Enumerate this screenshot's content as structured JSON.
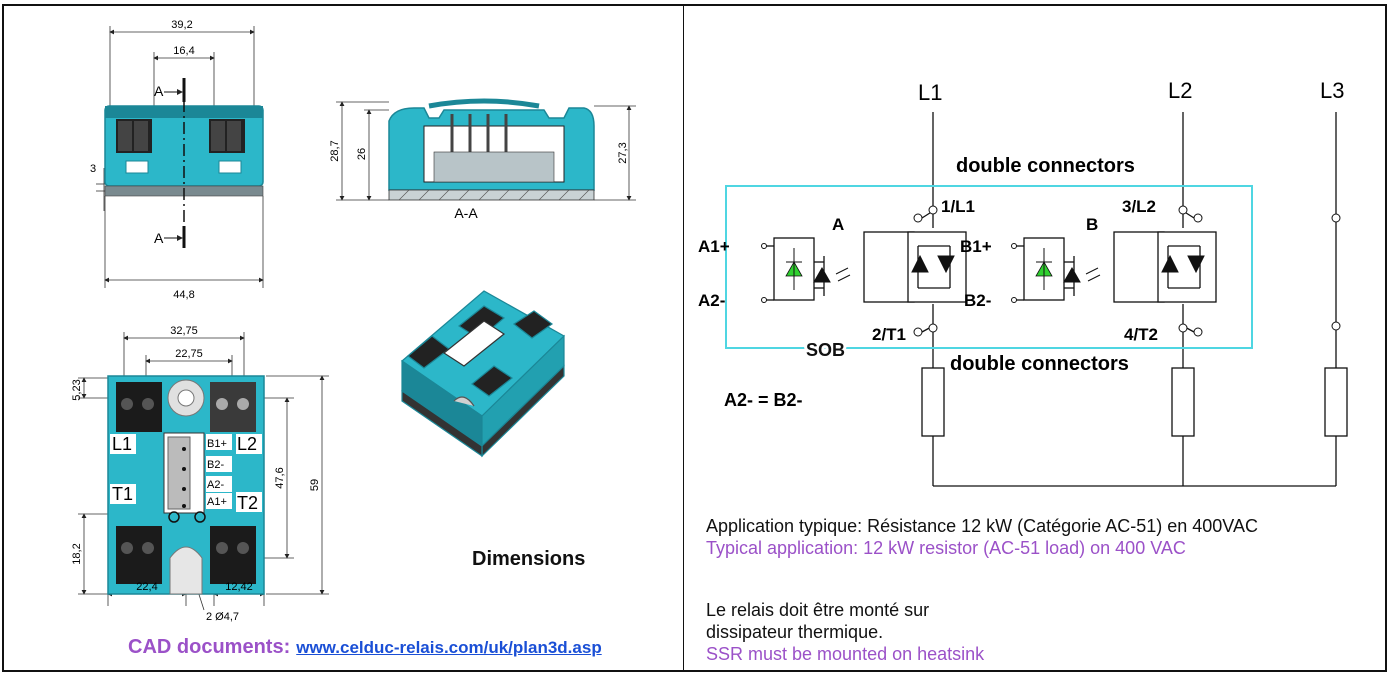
{
  "colors": {
    "cyan": "#2cb7c9",
    "cyan_dark": "#1b8797",
    "led_green": "#2fd12f",
    "accent_purple": "#9b51c8",
    "link_blue": "#1a4fd6"
  },
  "drawing": {
    "top_width_overall": "39,2",
    "top_width_inner": "16,4",
    "top_section_marker": "A",
    "top_left_height": "3",
    "bottom_width_overall": "44,8",
    "side_h_total": "28,7",
    "side_h_inner": "26",
    "side_h_right": "27,3",
    "section_label": "A-A",
    "dim_32_75": "32,75",
    "dim_22_75": "22,75",
    "dim_5_23": "5,23",
    "dim_47_6": "47,6",
    "dim_59": "59",
    "dim_18_2": "18,2",
    "dim_22_4": "22,4",
    "dim_12_42": "12,42",
    "hole_note": "2 Ø4,7",
    "terminal_L1": "L1",
    "terminal_L2": "L2",
    "terminal_T1": "T1",
    "terminal_T2": "T2",
    "ctrl_B1": "B1+",
    "ctrl_B2": "B2-",
    "ctrl_A2": "A2-",
    "ctrl_A1": "A1+",
    "dimensions_title": "Dimensions"
  },
  "cad": {
    "label": "CAD documents:",
    "link": "www.celduc-relais.com/uk/plan3d.asp"
  },
  "schematic": {
    "line_L1": "L1",
    "line_L2": "L2",
    "line_L3": "L3",
    "double_connectors_top": "double connectors",
    "double_connectors_bottom": "double connectors",
    "t_1L1": "1/L1",
    "t_3L2": "3/L2",
    "t_2T1": "2/T1",
    "t_4T2": "4/T2",
    "ch_A": "A",
    "ch_B": "B",
    "in_A1": "A1+",
    "in_A2": "A2-",
    "in_B1": "B1+",
    "in_B2": "B2-",
    "sob": "SOB",
    "equation": "A2- = B2-"
  },
  "notes": {
    "app_fr": "Application typique: Résistance 12 kW (Catégorie AC-51) en 400VAC",
    "app_en": "Typical application: 12 kW resistor (AC-51 load) on 400 VAC",
    "mount_fr_1": "Le relais doit être monté sur",
    "mount_fr_2": "dissipateur thermique.",
    "mount_en": "SSR must be mounted on heatsink"
  }
}
